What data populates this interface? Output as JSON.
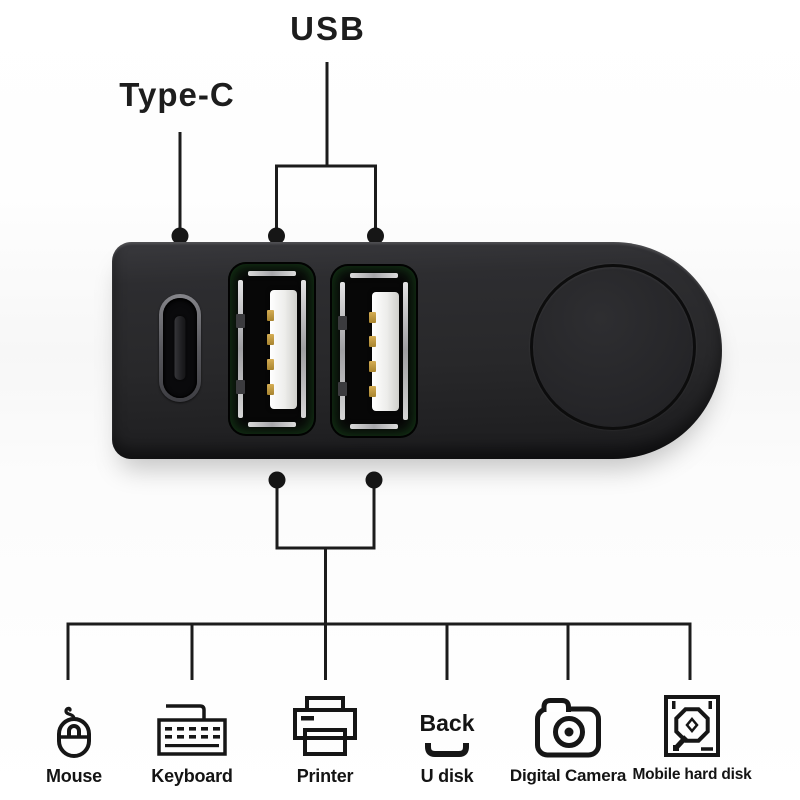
{
  "labels": {
    "usb": "USB",
    "type_c": "Type-C"
  },
  "device": {
    "kind": "type-c-to-usb-hub",
    "ports": [
      "type-c",
      "usb-a",
      "usb-a"
    ],
    "body_color": "#28282a"
  },
  "devices": [
    {
      "label": "Mouse",
      "icon": "mouse-icon"
    },
    {
      "label": "Keyboard",
      "icon": "keyboard-icon"
    },
    {
      "label": "Printer",
      "icon": "printer-icon"
    },
    {
      "label": "U disk",
      "icon": "u-disk-icon",
      "icon_text": "Back"
    },
    {
      "label": "Digital Camera",
      "icon": "digital-camera-icon"
    },
    {
      "label": "Mobile hard disk",
      "icon": "mobile-hard-disk-icon"
    }
  ],
  "colors": {
    "line": "#1c1c1c",
    "text": "#1d1d1d",
    "device_body": "#28282a",
    "pcb_green": "#1e4a1e",
    "contact_gold": "#c09a45",
    "tongue_white": "#efefec",
    "metal_silver": "#c4c4c4",
    "background": "#ffffff"
  }
}
